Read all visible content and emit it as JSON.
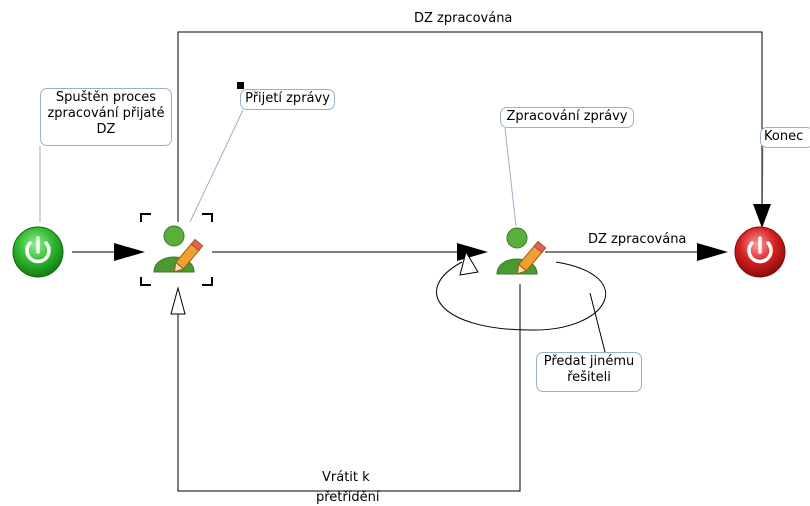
{
  "nodes": {
    "start": {
      "icon": "power-start-icon",
      "color": "#2fb82f"
    },
    "receive": {
      "icon": "user-edit-icon"
    },
    "process": {
      "icon": "user-edit-icon"
    },
    "end": {
      "icon": "power-end-icon",
      "color": "#d42020"
    }
  },
  "callouts": {
    "start_line1": "Spuštěn proces",
    "start_line2": "zpracování přijaté",
    "start_line3": "DZ",
    "receive": "Přijetí zprávy",
    "process": "Zpracování zprávy",
    "end": "Konec",
    "forward_line1": "Předat jinému",
    "forward_line2": "řešiteli"
  },
  "edges": {
    "top_label": "DZ zpracována",
    "mid_label": "DZ zpracována",
    "return_line1": "Vrátit k",
    "return_line2": "přetřídění"
  },
  "colors": {
    "line": "#000000",
    "callout_border": "#9ab0c8",
    "start": "#2fb82f",
    "end": "#d42020",
    "user_body": "#4a9a30"
  }
}
